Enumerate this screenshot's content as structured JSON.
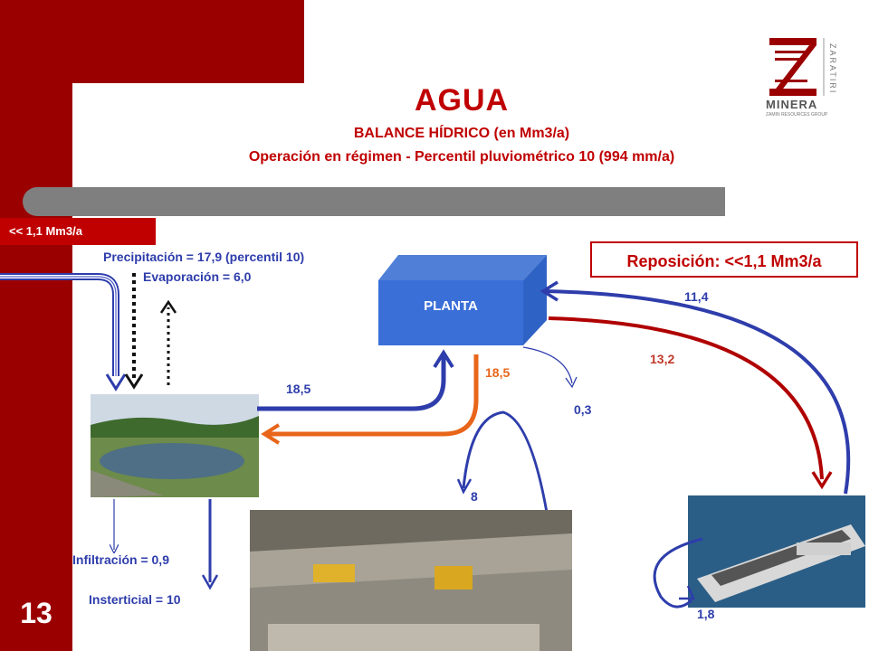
{
  "slide_number": "13",
  "title": "AGUA",
  "subtitle": "BALANCE HÍDRICO (en Mm3/a)",
  "subtitle2": "Operación en régimen - Percentil pluviométrico 10 (994 mm/a)",
  "tag_label": "<< 1,1 Mm3/a",
  "reposicion_label": "Reposición: <<1,1 Mm3/a",
  "logo_text": "MINERA",
  "logo_side_text": "ZARATIRI",
  "logo_group_text": "ZAMIN RESOURCES GROUP",
  "labels": {
    "precipitacion": "Precipitación = 17,9 (percentil 10)",
    "evaporacion": "Evaporación = 6,0",
    "planta": "PLANTA",
    "flow_18_5_in": "18,5",
    "flow_18_5_out": "18,5",
    "flow_0_3": "0,3",
    "flow_11_4": "11,4",
    "flow_13_2": "13,2",
    "flow_8": "8",
    "flow_1_8": "1,8",
    "infiltracion": "Infiltración = 0,9",
    "insterticial": "Insterticial = 10"
  },
  "colors": {
    "brand_red": "#9b0000",
    "accent_red": "#c00000",
    "flow_blue": "#2e3dab",
    "flow_orange": "#e8651a",
    "flow_red": "#b00000"
  }
}
